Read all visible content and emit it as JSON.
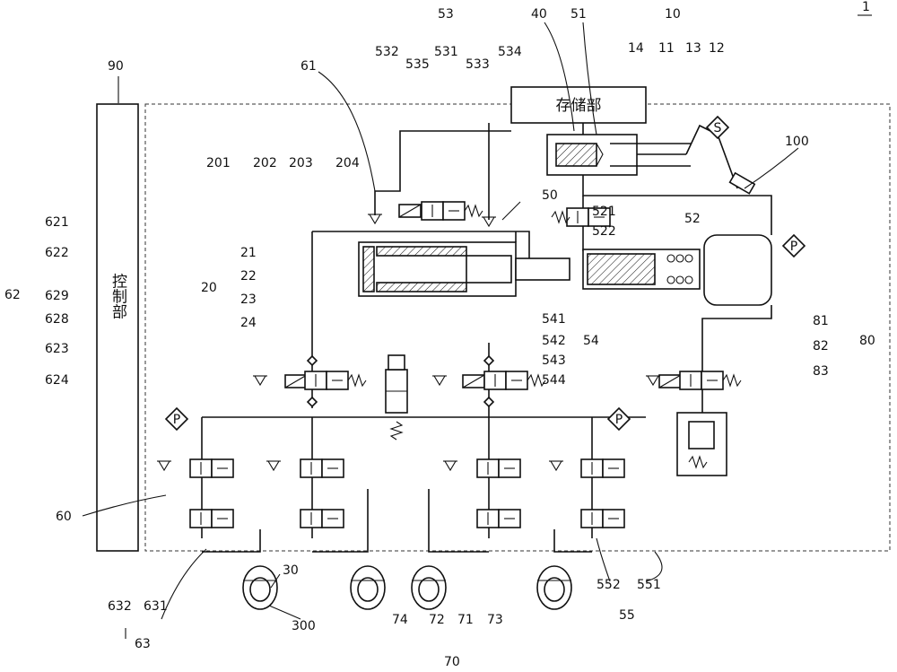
{
  "figure": {
    "ref": "1",
    "control_unit_text": "控制部",
    "storage_unit_text": "存储部",
    "sensor_letters": {
      "pedal_sensor": "S",
      "pressure_sensor_top": "P",
      "pressure_sensor_left": "P",
      "pressure_sensor_right": "P"
    }
  },
  "labels": {
    "l1": "1",
    "l10": "10",
    "l11": "11",
    "l12": "12",
    "l13": "13",
    "l14": "14",
    "l20": "20",
    "l21": "21",
    "l22": "22",
    "l23": "23",
    "l24": "24",
    "l30": "30",
    "l40": "40",
    "l50": "50",
    "l51": "51",
    "l52": "52",
    "l53": "53",
    "l54": "54",
    "l55": "55",
    "l60": "60",
    "l61": "61",
    "l62": "62",
    "l63": "63",
    "l70": "70",
    "l71": "71",
    "l72": "72",
    "l73": "73",
    "l74": "74",
    "l80": "80",
    "l81": "81",
    "l82": "82",
    "l83": "83",
    "l90": "90",
    "l100": "100",
    "l201": "201",
    "l202": "202",
    "l203": "203",
    "l204": "204",
    "l300": "300",
    "l521": "521",
    "l522": "522",
    "l531": "531",
    "l532": "532",
    "l533": "533",
    "l534": "534",
    "l535": "535",
    "l541": "541",
    "l542": "542",
    "l543": "543",
    "l544": "544",
    "l551": "551",
    "l552": "552",
    "l621": "621",
    "l622": "622",
    "l623": "623",
    "l624": "624",
    "l628": "628",
    "l629": "629",
    "l631": "631",
    "l632": "632"
  }
}
